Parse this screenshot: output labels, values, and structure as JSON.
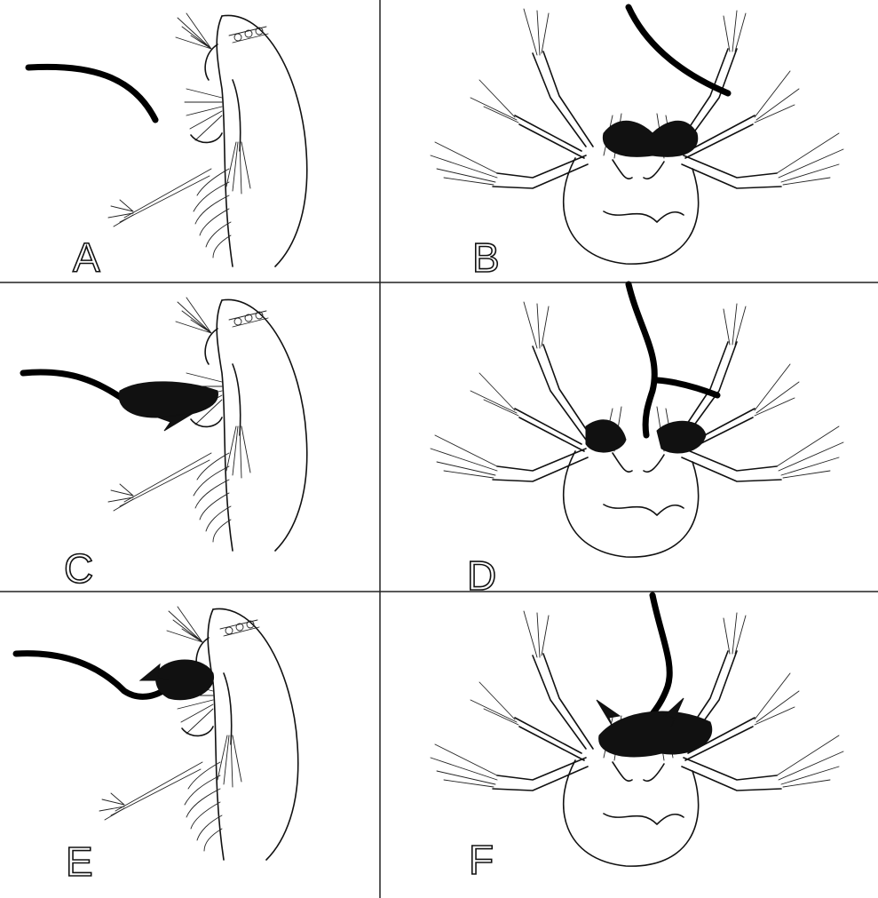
{
  "figure": {
    "panels": [
      {
        "id": "A",
        "label": "A",
        "view": "side"
      },
      {
        "id": "B",
        "label": "B",
        "view": "front"
      },
      {
        "id": "C",
        "label": "C",
        "view": "side"
      },
      {
        "id": "D",
        "label": "D",
        "view": "front"
      },
      {
        "id": "E",
        "label": "E",
        "view": "side"
      },
      {
        "id": "F",
        "label": "F",
        "view": "front"
      }
    ]
  }
}
